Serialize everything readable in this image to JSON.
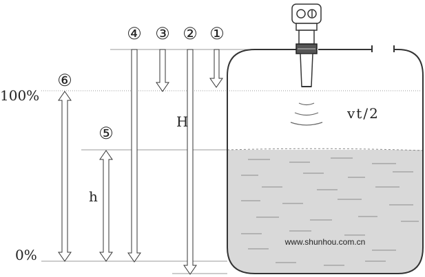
{
  "markers": {
    "m1": "①",
    "m2": "②",
    "m3": "③",
    "m4": "④",
    "m5": "⑤",
    "m6": "⑥"
  },
  "levels": {
    "top": "100%",
    "bottom": "0%"
  },
  "variables": {
    "H": "H",
    "h": "h",
    "formula": "vt/2"
  },
  "watermark": "www.shunhou.com.cn",
  "colors": {
    "line": "#333333",
    "guide": "#999999",
    "liquid": "#d9d9d9",
    "liquid_stroke": "#9a9a9a"
  }
}
